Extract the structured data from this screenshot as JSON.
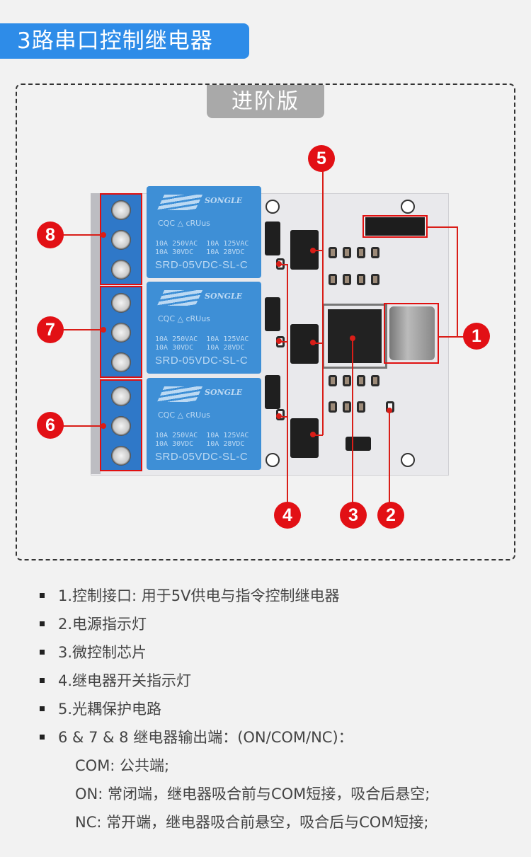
{
  "header": {
    "title": "3路串口控制继电器",
    "accent_color": "#2e8ce8"
  },
  "version_tag": "进阶版",
  "board": {
    "relays": [
      {
        "brand": "SONGLE",
        "cert": "CQC  △  cRUus",
        "specs": "10A 250VAC  10A 125VAC\n10A 30VDC   10A 28VDC",
        "model": "SRD-05VDC-SL-C"
      },
      {
        "brand": "SONGLE",
        "cert": "CQC  △  cRUus",
        "specs": "10A 250VAC  10A 125VAC\n10A 30VDC   10A 28VDC",
        "model": "SRD-05VDC-SL-C"
      },
      {
        "brand": "SONGLE",
        "cert": "CQC  △  cRUus",
        "specs": "10A 250VAC  10A 125VAC\n10A 30VDC   10A 28VDC",
        "model": "SRD-05VDC-SL-C"
      }
    ]
  },
  "callouts": {
    "badge_color": "#e21015",
    "numbers": [
      "1",
      "2",
      "3",
      "4",
      "5",
      "6",
      "7",
      "8"
    ]
  },
  "legend": {
    "items": [
      "1.控制接口: 用于5V供电与指令控制继电器",
      "2.电源指示灯",
      "3.微控制芯片",
      "4.继电器开关指示灯",
      "5.光耦保护电路",
      "6 & 7 & 8 继电器输出端：(ON/COM/NC)："
    ],
    "sub_items": [
      "COM: 公共端;",
      "ON: 常闭端，继电器吸合前与COM短接，吸合后悬空;",
      "NC: 常开端，继电器吸合前悬空，吸合后与COM短接;"
    ]
  }
}
